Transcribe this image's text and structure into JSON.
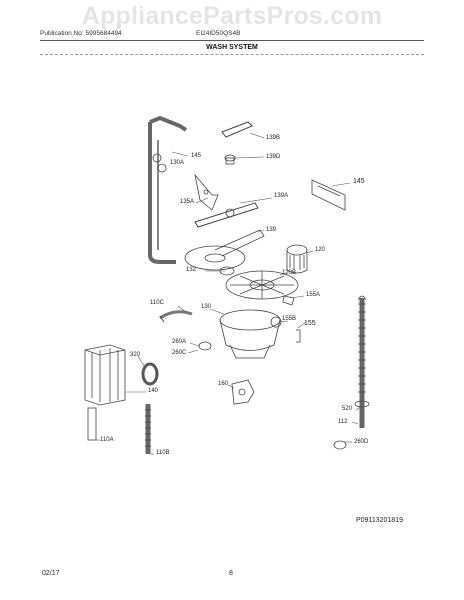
{
  "watermark": "AppliancePartsPros.com",
  "header": {
    "publication": "Publication No: 5995684494",
    "model": "EI24ID50QS4B",
    "section": "WASH SYSTEM"
  },
  "labels": {
    "p139b": "139B",
    "p145a": "145",
    "p130a": "130A",
    "p139d": "139D",
    "p145b": "145",
    "p135a": "135A",
    "p139a": "139A",
    "p139": "139",
    "p120": "120",
    "p132": "132",
    "p120b": "120B",
    "p110c": "110C",
    "p130": "130",
    "p155a": "155A",
    "p155b": "155B",
    "p155": "155",
    "p260a": "260A",
    "p260c": "260C",
    "p320": "320",
    "p140": "140",
    "p160": "160",
    "p520": "520",
    "p112": "112",
    "p260d": "260D",
    "p110a": "110A",
    "p110b": "110B"
  },
  "footer": {
    "catalog": "P09113201819",
    "date": "02/17",
    "page": "8"
  }
}
